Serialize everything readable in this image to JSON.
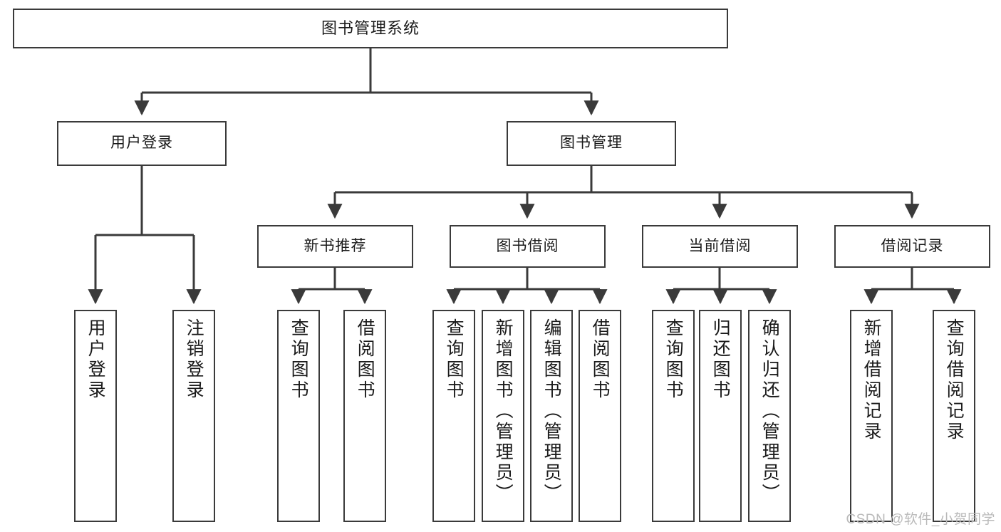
{
  "diagram": {
    "type": "tree-hierarchy-chart",
    "title": "图书管理系统",
    "colors": {
      "box_border": "#3a3a3a",
      "box_fill": "#ffffff",
      "connector": "#3a3a3a",
      "text": "#1a1a1a",
      "watermark": "#b9b9b9",
      "background": "#ffffff"
    },
    "root": {
      "label": "图书管理系统"
    },
    "level2": [
      {
        "label": "用户登录"
      },
      {
        "label": "图书管理"
      }
    ],
    "level3": [
      {
        "label": "新书推荐"
      },
      {
        "label": "图书借阅"
      },
      {
        "label": "当前借阅"
      },
      {
        "label": "借阅记录"
      }
    ],
    "leaves": {
      "user_login": [
        {
          "label": "用户登录"
        },
        {
          "label": "注销登录"
        }
      ],
      "new_book_recommend": [
        {
          "label": "查询图书"
        },
        {
          "label": "借阅图书"
        }
      ],
      "book_borrow": [
        {
          "label": "查询图书"
        },
        {
          "label": "新增图书（管理员）"
        },
        {
          "label": "编辑图书（管理员）"
        },
        {
          "label": "借阅图书"
        }
      ],
      "current_borrow": [
        {
          "label": "查询图书"
        },
        {
          "label": "归还图书"
        },
        {
          "label": "确认归还（管理员）"
        }
      ],
      "borrow_record": [
        {
          "label": "新增借阅记录"
        },
        {
          "label": "查询借阅记录"
        }
      ]
    }
  },
  "watermark": {
    "text": "CSDN @软件_小贺同学"
  }
}
